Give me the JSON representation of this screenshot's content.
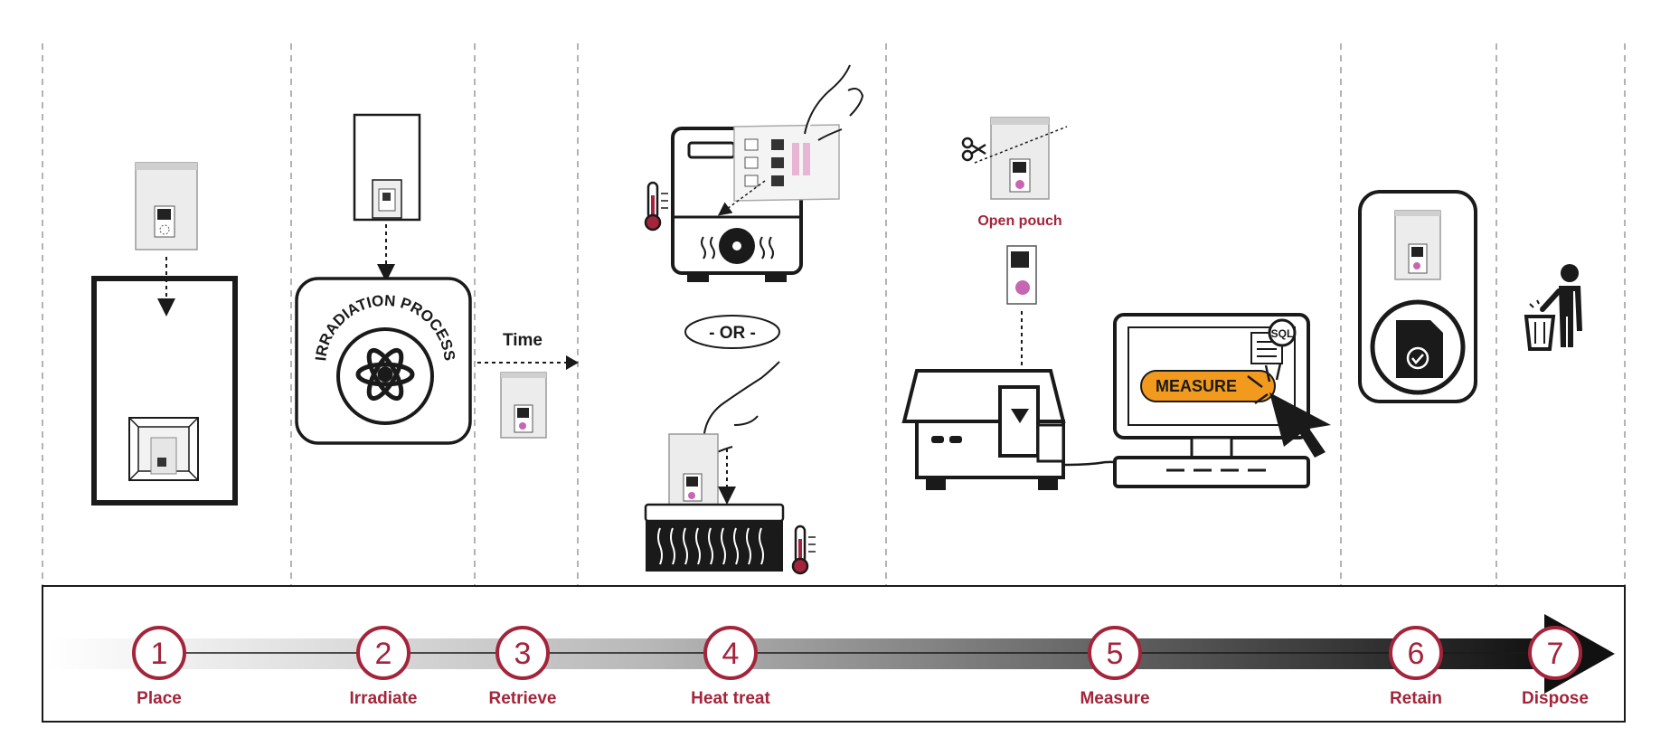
{
  "colors": {
    "accent": "#a3243b",
    "measure_button": "#f29a1d",
    "dot_pink": "#c766b3",
    "line": "#1a1a1a",
    "divider": "#9a9a9a"
  },
  "annotations": {
    "irradiation_process": "IRRADIATION PROCESS",
    "time": "Time",
    "or": "- OR -",
    "open_pouch": "Open pouch",
    "measure_button": "MEASURE",
    "sql": "SQL"
  },
  "icons": [
    "pouch-icon",
    "box-icon",
    "atom-icon",
    "oven-icon",
    "thermometer-icon",
    "fan-icon",
    "hand-icon",
    "heat-block-icon",
    "scissors-icon",
    "reader-icon",
    "monitor-icon",
    "cursor-icon",
    "database-icon",
    "document-check-icon",
    "trash-person-icon"
  ],
  "steps": [
    {
      "num": "1",
      "label": "Place"
    },
    {
      "num": "2",
      "label": "Irradiate"
    },
    {
      "num": "3",
      "label": "Retrieve"
    },
    {
      "num": "4",
      "label": "Heat treat"
    },
    {
      "num": "5",
      "label": "Measure"
    },
    {
      "num": "6",
      "label": "Retain"
    },
    {
      "num": "7",
      "label": "Dispose"
    }
  ]
}
